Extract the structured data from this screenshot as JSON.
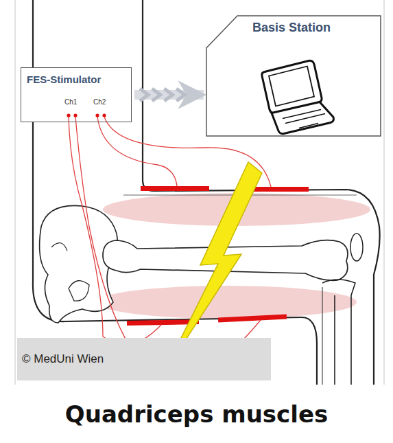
{
  "diagram": {
    "caption": "Quadriceps muscles",
    "nodes": [
      {
        "text": [
          "FES-Stimulator",
          "Ch1",
          "Ch2"
        ]
      },
      {
        "text": [
          "Basis Station"
        ]
      }
    ],
    "edges": [
      {
        "from": 0,
        "to": 1,
        "arrow": "to"
      }
    ],
    "labels": [
      "© MedUni Wien"
    ]
  }
}
